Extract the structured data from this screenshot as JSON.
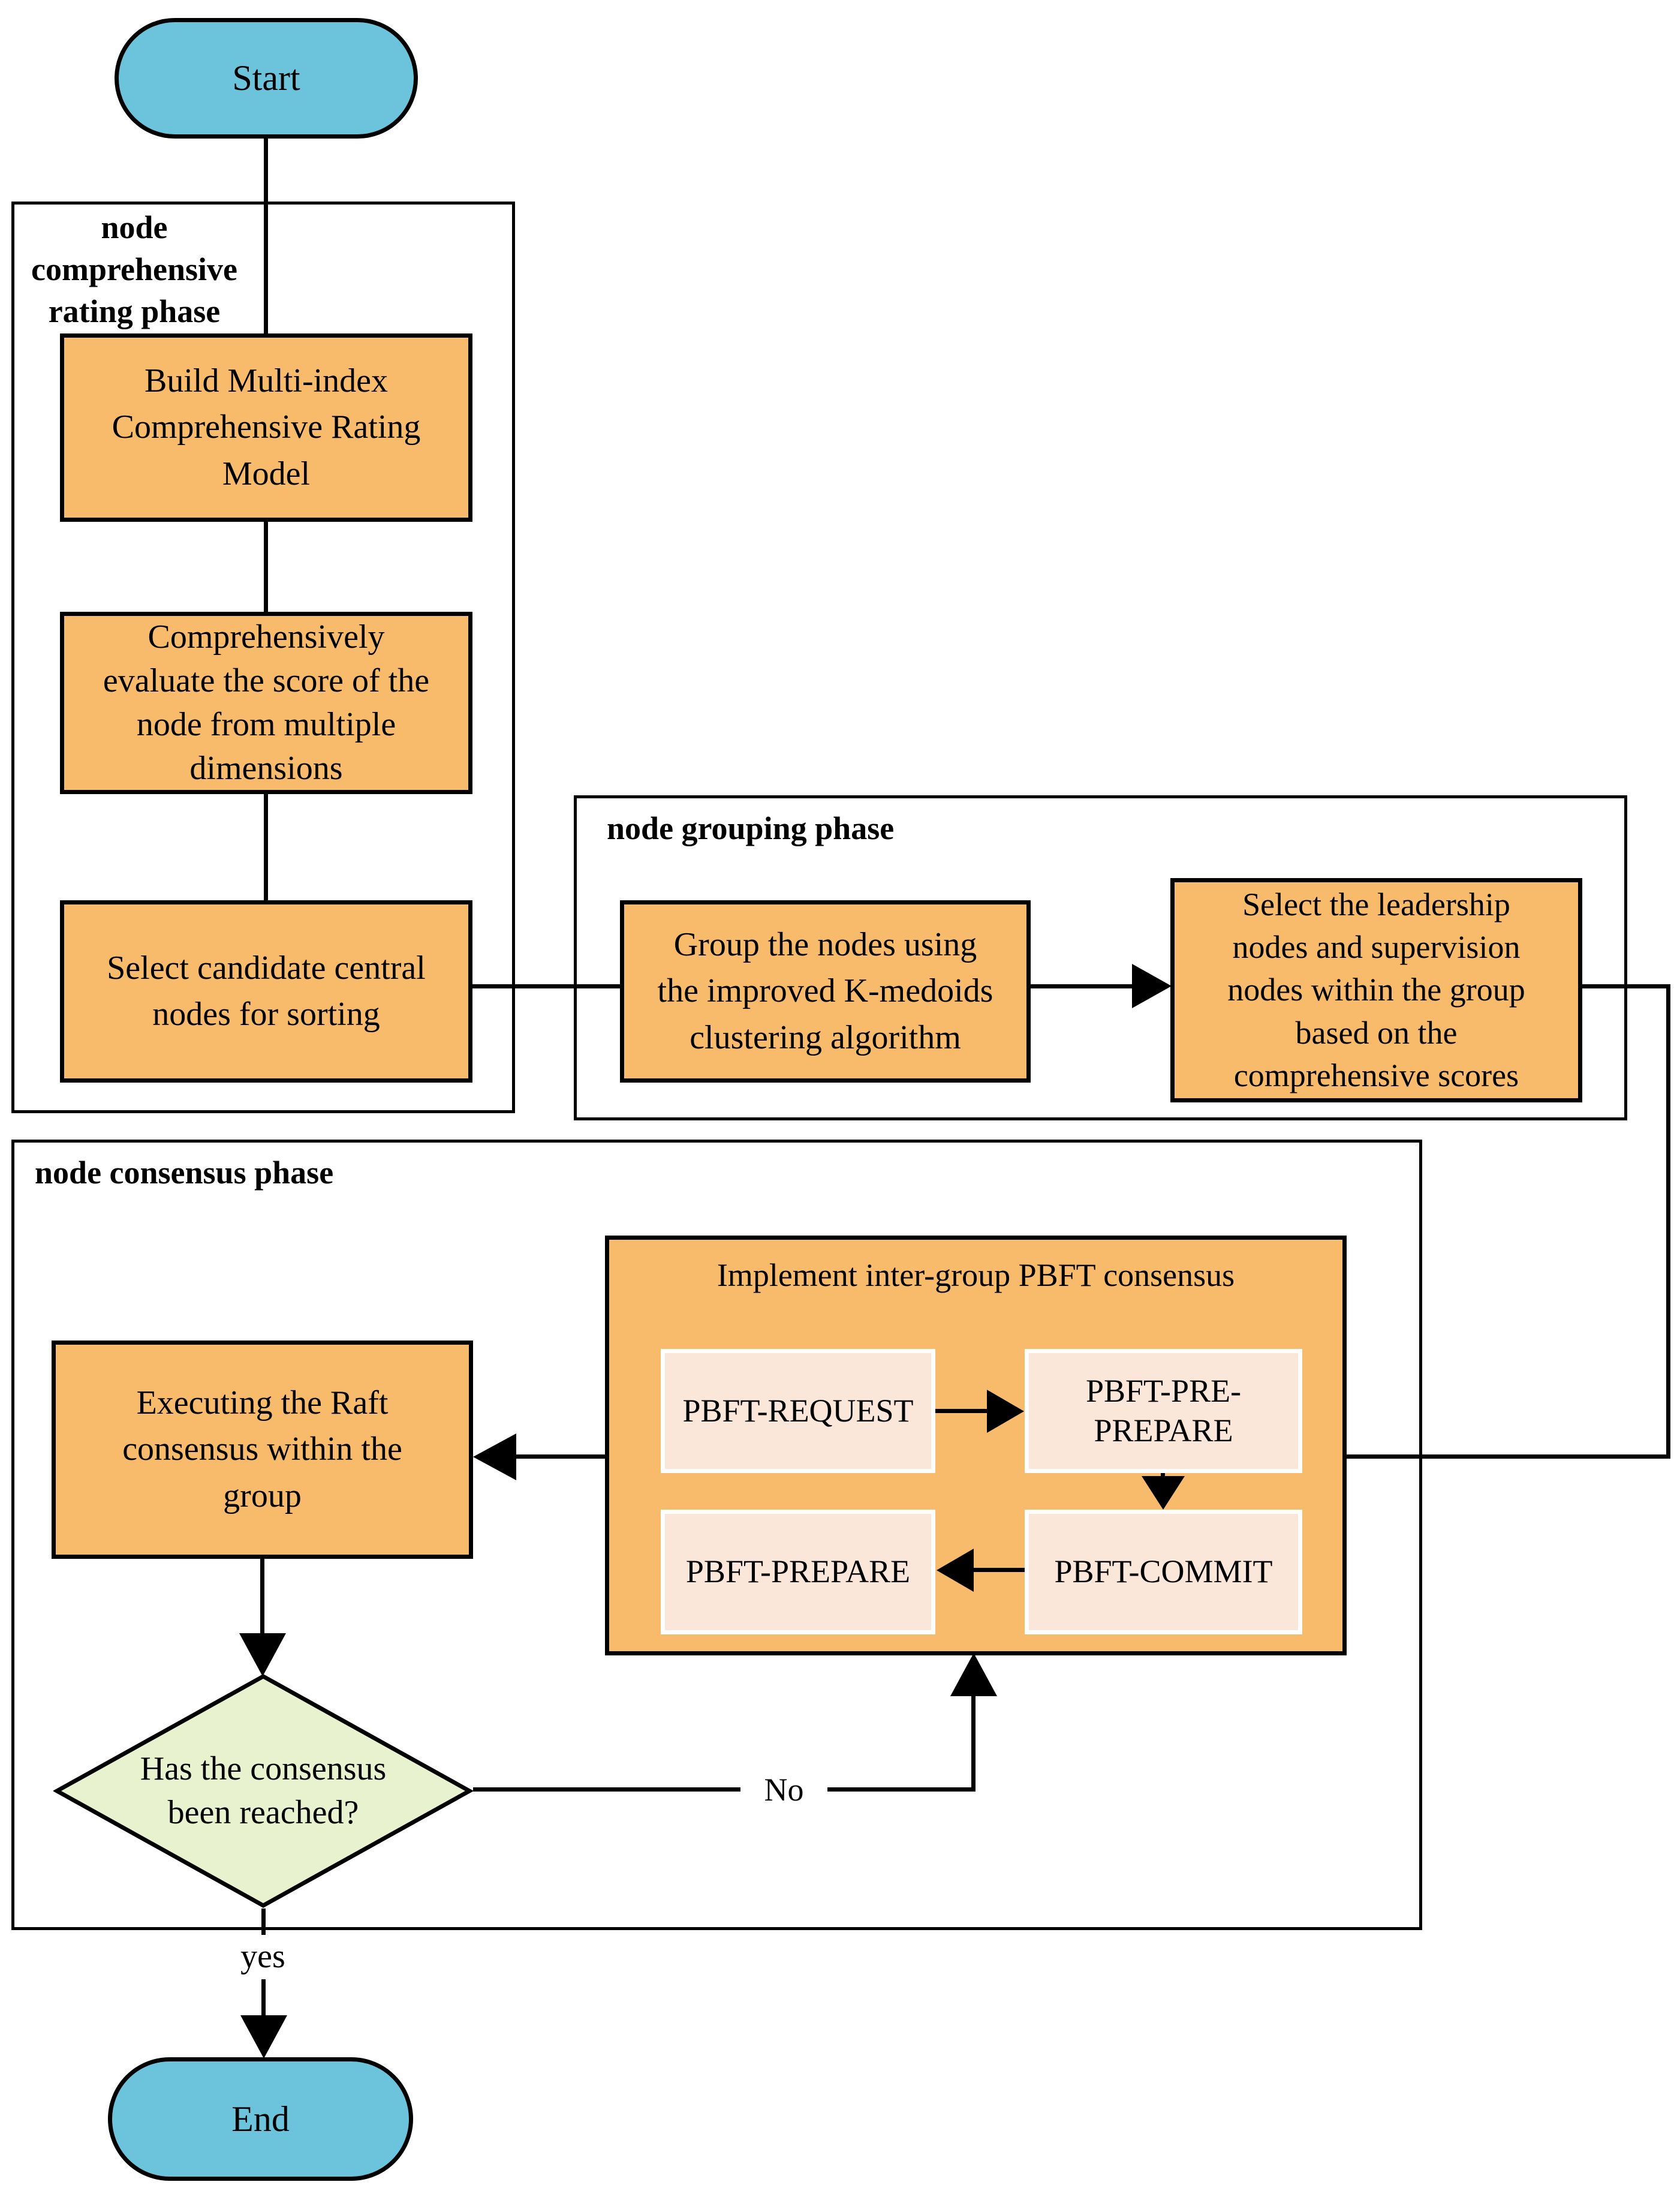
{
  "colors": {
    "orange": "#F8BA6B",
    "peach": "#FBE7D9",
    "blue": "#6CC4DC",
    "green": "#E9F2CF",
    "line": "#000000"
  },
  "nodes": {
    "start": "Start",
    "end": "End"
  },
  "phases": {
    "rating": {
      "label": "node\ncomprehensive\nrating phase",
      "build_model": "Build Multi-index\nComprehensive Rating\nModel",
      "evaluate": "Comprehensively\nevaluate the score of the\nnode from multiple\ndimensions",
      "select_candidates": "Select candidate central\nnodes for sorting"
    },
    "grouping": {
      "label": "node grouping phase",
      "group_nodes": "Group the nodes using\nthe improved K-medoids\nclustering algorithm",
      "select_leadership": "Select the leadership\nnodes and supervision\nnodes within the group\nbased on the\ncomprehensive scores"
    },
    "consensus": {
      "label": "node consensus phase",
      "raft": "Executing the Raft\nconsensus within the\ngroup",
      "pbft_title": "Implement inter-group PBFT consensus",
      "pbft_steps": {
        "request": "PBFT-REQUEST",
        "pre_prepare": "PBFT-PRE-\nPREPARE",
        "prepare": "PBFT-PREPARE",
        "commit": "PBFT-COMMIT"
      },
      "decision": "Has the consensus\nbeen reached?",
      "edge_labels": {
        "no": "No",
        "yes": "yes"
      }
    }
  }
}
